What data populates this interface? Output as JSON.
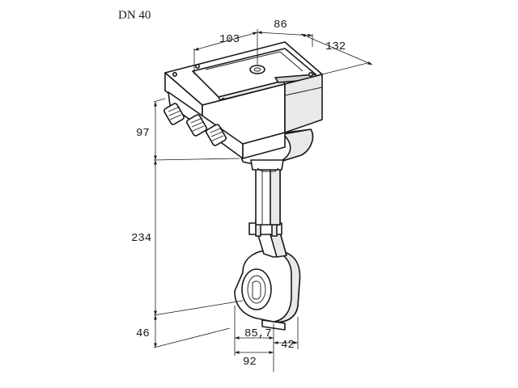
{
  "title": "DN 40",
  "dimensions": {
    "head_width": "103",
    "head_depth": "86",
    "head_total": "132",
    "head_height": "97",
    "neck_length": "234",
    "bottom_offset": "46",
    "bore": "85,7",
    "body_width": "42",
    "flange_width": "92"
  },
  "icons": [
    "flowmeter-drawing",
    "dimension-line"
  ]
}
